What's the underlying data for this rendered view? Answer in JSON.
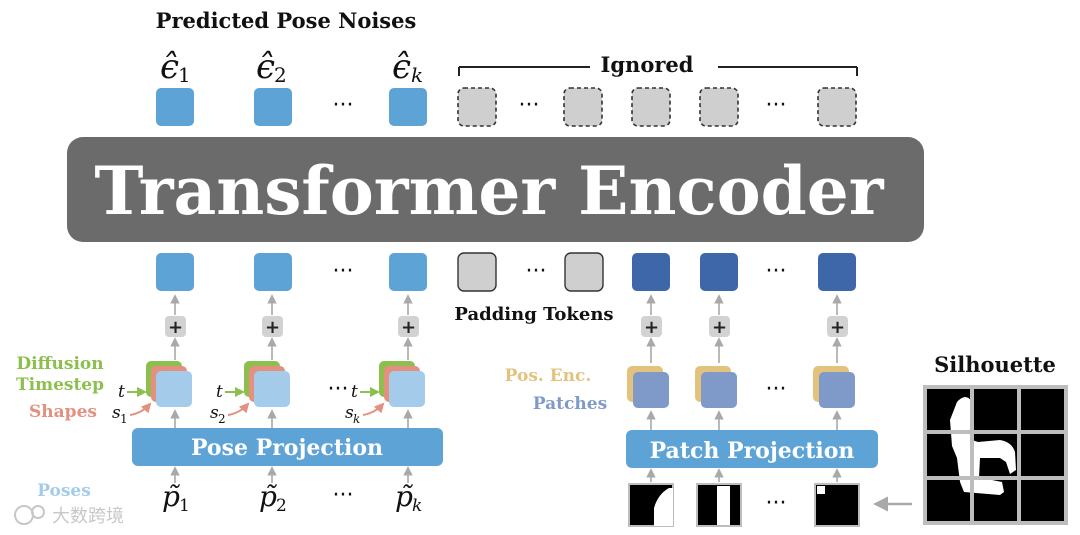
{
  "top": {
    "title": "Predicted Pose Noises",
    "noise_labels": [
      {
        "sym": "ϵ̂",
        "sub": "1"
      },
      {
        "sym": "ϵ̂",
        "sub": "2"
      },
      {
        "sym": "ϵ̂",
        "sub": "k"
      }
    ],
    "ignored_label": "Ignored",
    "ellipsis": "···"
  },
  "encoder": {
    "label": "Transformer Encoder"
  },
  "tokens": {
    "padding_label": "Padding Tokens",
    "plus": "+"
  },
  "legend": {
    "diffusion_line1": "Diffusion",
    "diffusion_line2": "Timestep",
    "shapes": "Shapes",
    "poses": "Poses",
    "pos_enc": "Pos. Enc.",
    "patches": "Patches"
  },
  "inputs": {
    "t": "t",
    "s": "s",
    "s_subs": [
      "1",
      "2",
      "k"
    ],
    "p": "p̃",
    "p_subs": [
      "1",
      "2",
      "k"
    ]
  },
  "projections": {
    "pose": "Pose Projection",
    "patch": "Patch Projection"
  },
  "silhouette": {
    "label": "Silhouette"
  },
  "watermark": {
    "text": "大数跨境"
  },
  "colors": {
    "pose_token": "#5ea3d6",
    "patch_token": "#3d67a8",
    "padding_token": "#cfcfcf",
    "encoder": "#6b6b6b",
    "projection": "#5ea3d6",
    "diffusion_green": "#8cbf4e",
    "shape_red": "#e3907f",
    "pos_enc_yellow": "#e3c27d",
    "patch_light": "#7f99c9",
    "pose_light": "#a4cbe9",
    "arrow_grey": "#a9a9a9"
  }
}
